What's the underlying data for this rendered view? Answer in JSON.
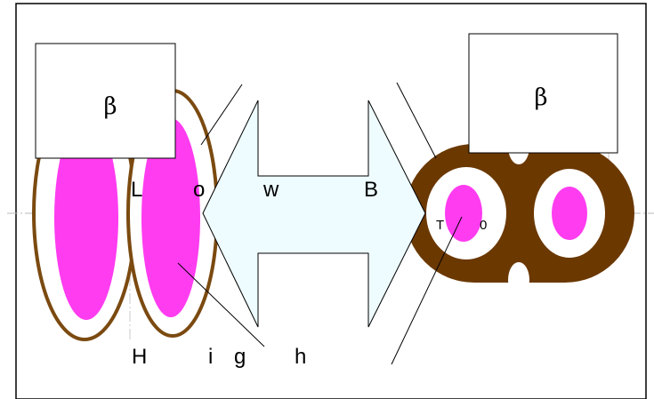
{
  "diagram": {
    "left_box_symbol": "β",
    "right_box_symbol": "β",
    "low_letters": [
      "L",
      "o",
      "w"
    ],
    "b_label": "B",
    "high_letters": [
      "H",
      "i",
      "g",
      "h"
    ],
    "t_label": "T",
    "zero_label": "0",
    "colors": {
      "pink": "#ff3cf0",
      "brown": "#6b3800",
      "outline_brown": "#7b4a10",
      "arrow_fill": "#eefcff",
      "frame": "#000000"
    }
  }
}
